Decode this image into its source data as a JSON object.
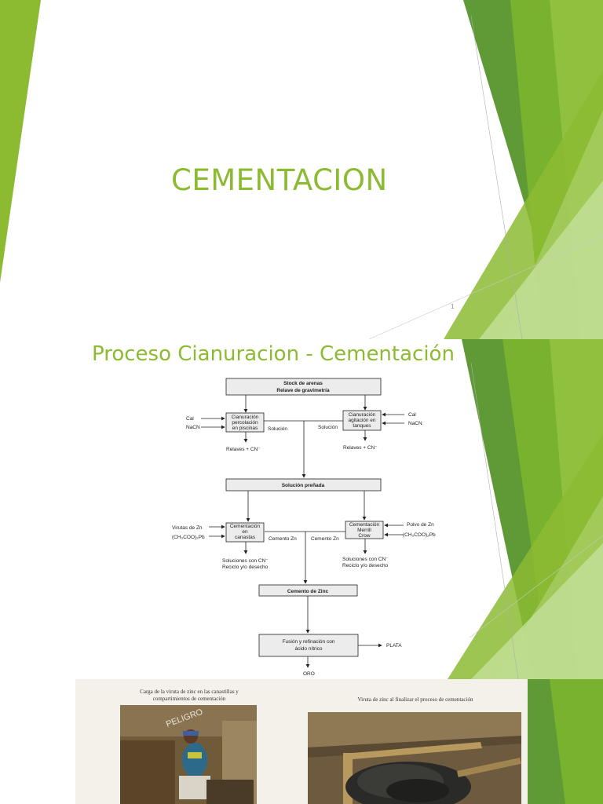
{
  "slide1": {
    "title": "CEMENTACION",
    "page_number": "1"
  },
  "slide2": {
    "title": "Proceso Cianuracion - Cementación",
    "flow": {
      "stock_line1": "Stock de arenas",
      "stock_line2": "Relave de gravimetría",
      "perc_line1": "Cianuración",
      "perc_line2": "percolación",
      "perc_line3": "en piscinas",
      "agit_line1": "Cianuración",
      "agit_line2": "agitación en",
      "agit_line3": "tanques",
      "cal_left": "Cal",
      "nacn_left": "NaCN",
      "cal_right": "Cal",
      "nacn_right": "NaCN",
      "solucion_left": "Solución",
      "solucion_right": "Solución",
      "relaves_left": "Relaves + CN⁻",
      "relaves_right": "Relaves + CN⁻",
      "prenada": "Solución preñada",
      "can_line1": "Cementación",
      "can_line2": "en",
      "can_line3": "canastas",
      "mc_line1": "Cementación",
      "mc_line2": "Merrill",
      "mc_line3": "Crow",
      "viruta": "Virutas de Zn",
      "acetato_left": "(CH₃COO)₂Pb",
      "polvo": "Polvo de Zn",
      "acetato_right": "(CH₃COO)₂Pb",
      "cemento_zn_left": "Cemento Zn",
      "cemento_zn_right": "Cemento Zn",
      "sol_cn_left1": "Soluciones con CN⁻",
      "sol_cn_left2": "Reciclo y/o desecho",
      "sol_cn_right1": "Soluciones con CN⁻",
      "sol_cn_right2": "Reciclo y/o desecho",
      "cemento_zinc": "Cemento de Zinc",
      "fusion_line1": "Fusión y refinación con",
      "fusion_line2": "ácido nítrico",
      "plata": "PLATA",
      "oro": "ORO"
    }
  },
  "slide3": {
    "caption_left_line1": "Carga de la viruta de zinc en las canastillas y",
    "caption_left_line2": "compartimientos de cementación",
    "caption_right": "Viruta de zinc al finalizar el proceso de cementación"
  },
  "colors": {
    "accent": "#8cbb32",
    "dark_green": "#5f9a36",
    "mid_green": "#78b22e",
    "light_green": "#c4e09a"
  }
}
